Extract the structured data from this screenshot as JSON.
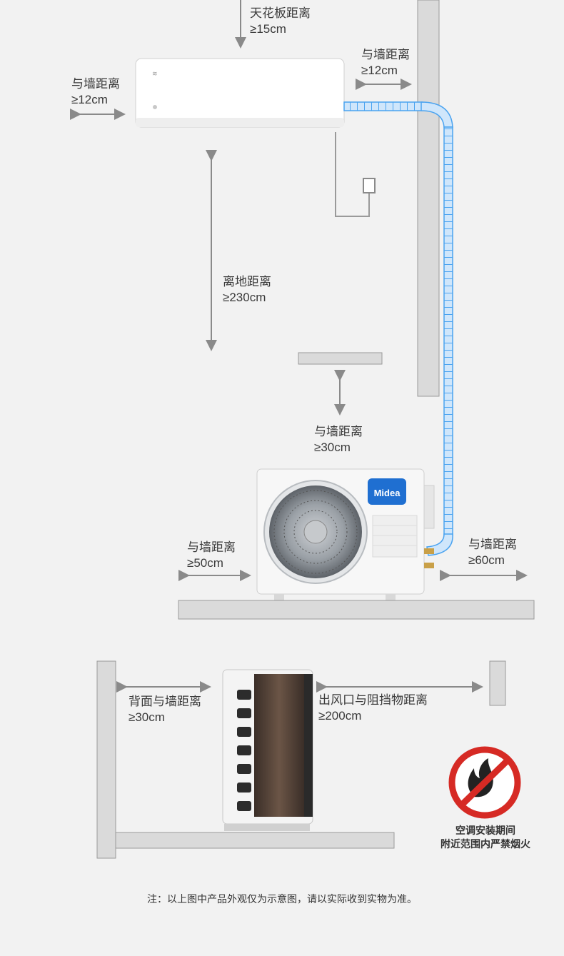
{
  "labels": {
    "ceiling": {
      "title": "天花板距离",
      "value": "≥15cm"
    },
    "left_wall": {
      "title": "与墙距离",
      "value": "≥12cm"
    },
    "right_wall": {
      "title": "与墙距离",
      "value": "≥12cm"
    },
    "floor": {
      "title": "离地距离",
      "value": "≥230cm"
    },
    "outdoor_top": {
      "title": "与墙距离",
      "value": "≥30cm"
    },
    "outdoor_left": {
      "title": "与墙距离",
      "value": "≥50cm"
    },
    "outdoor_right": {
      "title": "与墙距离",
      "value": "≥60cm"
    },
    "rear_wall": {
      "title": "背面与墙距离",
      "value": "≥30cm"
    },
    "outlet": {
      "title": "出风口与阻挡物距离",
      "value": "≥200cm"
    }
  },
  "brand": {
    "outdoor_logo": "Midea"
  },
  "warning": {
    "line1": "空调安装期间",
    "line2": "附近范围内严禁烟火"
  },
  "note": "注：以上图中产品外观仅为示意图，请以实际收到实物为准。",
  "colors": {
    "background": "#f2f2f2",
    "wall": "#dadada",
    "pipe": "#4aa3f0",
    "logo_blue": "#1f6fd1",
    "warning_red": "#d62a24"
  }
}
